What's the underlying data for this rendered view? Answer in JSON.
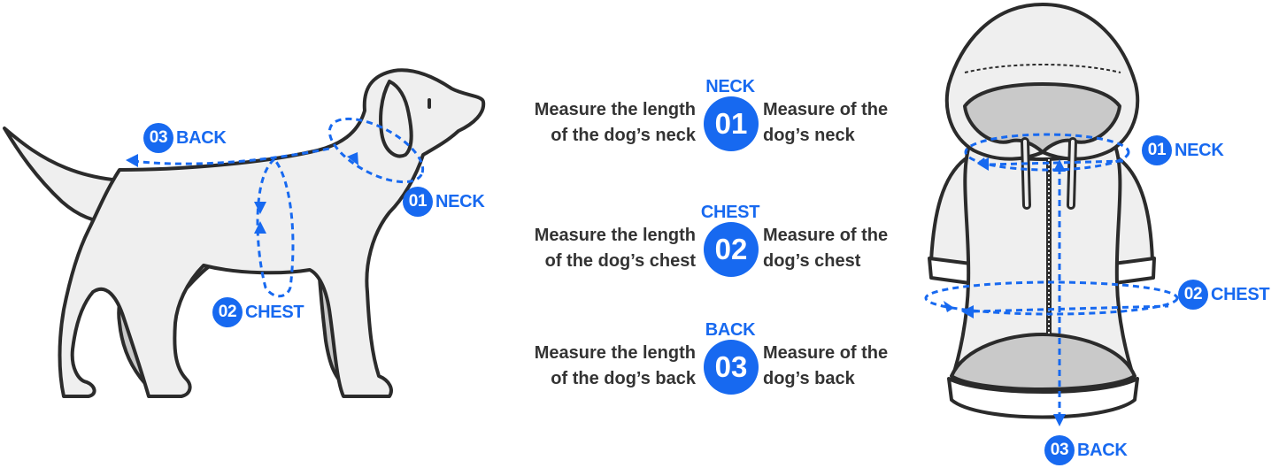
{
  "dog_labels": {
    "back": {
      "num": "03",
      "text": "BACK"
    },
    "neck": {
      "num": "01",
      "text": "NECK"
    },
    "chest": {
      "num": "02",
      "text": "CHEST"
    }
  },
  "steps": [
    {
      "heading": "NECK",
      "num": "01",
      "left_line1": "Measure the length",
      "left_line2": "of the dog’s neck",
      "right_line1": "Measure of the",
      "right_line2": "dog’s neck"
    },
    {
      "heading": "CHEST",
      "num": "02",
      "left_line1": "Measure the length",
      "left_line2": "of the dog’s chest",
      "right_line1": "Measure of the",
      "right_line2": "dog’s chest"
    },
    {
      "heading": "BACK",
      "num": "03",
      "left_line1": "Measure the length",
      "left_line2": "of the dog’s back",
      "right_line1": "Measure of the",
      "right_line2": "dog’s back"
    }
  ],
  "hoodie_labels": {
    "neck": {
      "num": "01",
      "text": "NECK"
    },
    "chest": {
      "num": "02",
      "text": "CHEST"
    },
    "back": {
      "num": "03",
      "text": "BACK"
    }
  },
  "colors": {
    "accent": "#1769f0",
    "outline": "#2b2b2b",
    "body_fill": "#efefef",
    "shade_fill": "#c9c9c9",
    "text": "#333333"
  }
}
